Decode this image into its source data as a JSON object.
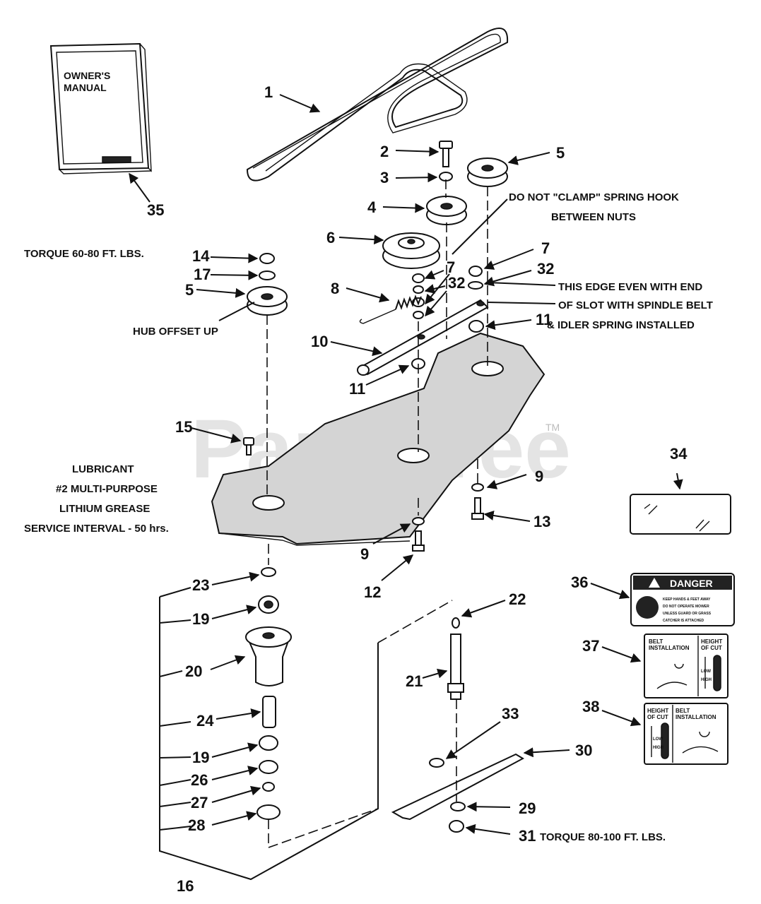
{
  "watermark": {
    "text": "PartsTree",
    "tm": "TM"
  },
  "manual": {
    "title_line1": "OWNER'S",
    "title_line2": "MANUAL"
  },
  "notes": {
    "torque_top": "TORQUE 60-80 FT. LBS.",
    "hub_offset": "HUB OFFSET UP",
    "clamp_line1": "DO NOT \"CLAMP\" SPRING HOOK",
    "clamp_line2": "BETWEEN NUTS",
    "edge_line1": "THIS EDGE EVEN WITH END",
    "edge_line2": "OF SLOT WITH SPINDLE BELT",
    "edge_line3": "& IDLER SPRING INSTALLED",
    "lube_line1": "LUBRICANT",
    "lube_line2": "#2 MULTI-PURPOSE",
    "lube_line3": "LITHIUM GREASE",
    "lube_line4": "SERVICE INTERVAL - 50 hrs.",
    "torque_bottom": "TORQUE 80-100 FT. LBS."
  },
  "decals": {
    "danger_title": "DANGER",
    "danger_l1": "KEEP HANDS & FEET AWAY",
    "danger_l2": "DO NOT OPERATE MOWER",
    "danger_l3": "UNLESS GUARD OR GRASS",
    "danger_l4": "CATCHER IS ATTACHED",
    "belt_a": "BELT",
    "belt_b": "INSTALLATION",
    "height_a": "HEIGHT",
    "height_b": "OF CUT",
    "low": "LOW",
    "high": "HIGH"
  },
  "callouts": {
    "c1": "1",
    "c2": "2",
    "c3": "3",
    "c4": "4",
    "c5a": "5",
    "c5b": "5",
    "c6": "6",
    "c7a": "7",
    "c7b": "7",
    "c8": "8",
    "c9a": "9",
    "c9b": "9",
    "c10": "10",
    "c11a": "11",
    "c11b": "11",
    "c12": "12",
    "c13": "13",
    "c14": "14",
    "c15": "15",
    "c16": "16",
    "c17": "17",
    "c19a": "19",
    "c19b": "19",
    "c20": "20",
    "c21": "21",
    "c22": "22",
    "c23": "23",
    "c24": "24",
    "c26": "26",
    "c27": "27",
    "c28": "28",
    "c29": "29",
    "c30": "30",
    "c31": "31",
    "c32a": "32",
    "c32b": "32",
    "c33": "33",
    "c34": "34",
    "c35": "35",
    "c36": "36",
    "c37": "37",
    "c38": "38"
  }
}
